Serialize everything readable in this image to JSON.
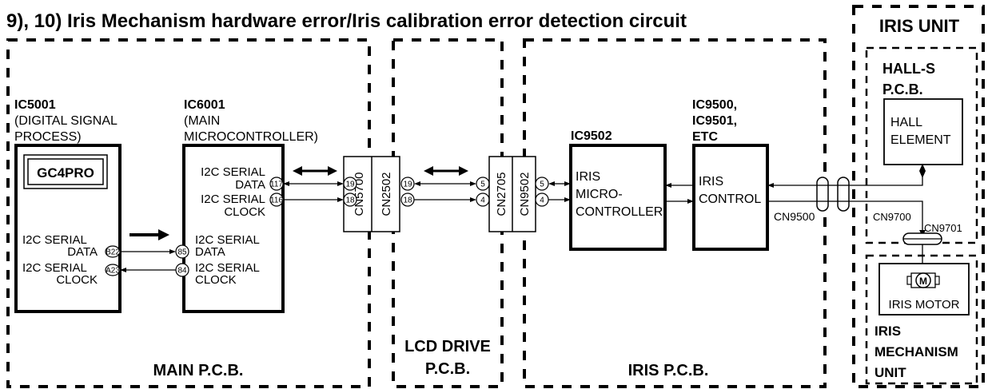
{
  "title": "9), 10) Iris Mechanism hardware error/Iris calibration error detection circuit",
  "boards": {
    "main": "MAIN P.C.B.",
    "lcd_line1": "LCD DRIVE",
    "lcd_line2": "P.C.B.",
    "iris_pcb": "IRIS P.C.B.",
    "iris_unit": "IRIS UNIT",
    "hall_line1": "HALL-S",
    "hall_line2": "P.C.B.",
    "mech_line1": "IRIS",
    "mech_line2": "MECHANISM",
    "mech_line3": "UNIT"
  },
  "ic5001": {
    "name": "IC5001",
    "desc1": "(DIGITAL SIGNAL",
    "desc2": "PROCESS)",
    "chip": "GC4PRO",
    "sig1a": "I2C SERIAL",
    "sig1b": "DATA",
    "sig2a": "I2C SERIAL",
    "sig2b": "CLOCK",
    "pin1": "B22",
    "pin2": "A23"
  },
  "ic6001": {
    "name": "IC6001",
    "desc1": "(MAIN",
    "desc2": "MICROCONTROLLER)",
    "r_sig1a": "I2C SERIAL",
    "r_sig1b": "DATA",
    "r_sig2a": "I2C SERIAL",
    "r_sig2b": "CLOCK",
    "l_sig1a": "I2C SERIAL",
    "l_sig1b": "DATA",
    "l_sig2a": "I2C SERIAL",
    "l_sig2b": "CLOCK",
    "pin_r1": "117",
    "pin_r2": "116",
    "pin_l1": "85",
    "pin_l2": "84"
  },
  "connectors": {
    "cn5700": "CN5700",
    "cn2502": "CN2502",
    "cn2705": "CN2705",
    "cn9502": "CN9502",
    "cn9500": "CN9500",
    "cn9700": "CN9700",
    "cn9701": "CN9701",
    "p19a": "19",
    "p18a": "18",
    "p19b": "19",
    "p18b": "18",
    "p5a": "5",
    "p4a": "4",
    "p5b": "5",
    "p4b": "4"
  },
  "ic9502": {
    "name": "IC9502",
    "l1": "IRIS",
    "l2": "MICRO-",
    "l3": "CONTROLLER"
  },
  "ic9500": {
    "name1": "IC9500,",
    "name2": "IC9501,",
    "name3": "ETC",
    "l1": "IRIS",
    "l2": "CONTROL"
  },
  "hall": {
    "l1": "HALL",
    "l2": "ELEMENT"
  },
  "motor": {
    "symbol": "M",
    "label": "IRIS MOTOR"
  }
}
